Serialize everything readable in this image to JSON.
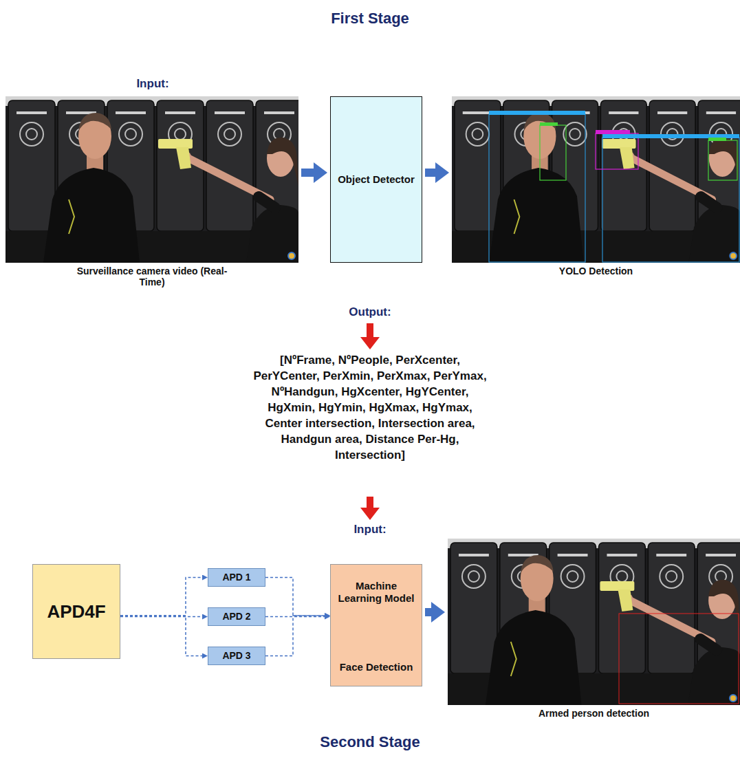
{
  "diagram": {
    "title": "First Stage",
    "nodes": [
      {
        "text": [
          "Surveillance camera video (Real-Time)"
        ]
      },
      {
        "text": [
          "Object Detector"
        ]
      },
      {
        "text": [
          "YOLO Detection"
        ]
      },
      {
        "text": [
          "APD4F"
        ]
      },
      {
        "text": [
          "APD 1"
        ]
      },
      {
        "text": [
          "APD 2"
        ]
      },
      {
        "text": [
          "APD 3"
        ]
      },
      {
        "text": [
          "Machine Learning Model",
          "Face Detection"
        ]
      },
      {
        "text": [
          "Armed person detection"
        ]
      }
    ],
    "edges": [
      {
        "from": 0,
        "to": 1,
        "arrow": "to"
      },
      {
        "from": 1,
        "to": 2,
        "arrow": "to"
      },
      {
        "from": 3,
        "to": 4,
        "arrow": "to"
      },
      {
        "from": 3,
        "to": 5,
        "arrow": "to"
      },
      {
        "from": 3,
        "to": 6,
        "arrow": "to"
      },
      {
        "from": 4,
        "to": 7,
        "arrow": "to"
      },
      {
        "from": 5,
        "to": 7,
        "arrow": "to"
      },
      {
        "from": 6,
        "to": 7,
        "arrow": "to"
      },
      {
        "from": 7,
        "to": 8,
        "arrow": "to"
      }
    ],
    "labels": [
      "Input:",
      "Output:",
      "[NºFrame, NºPeople, PerXcenter, PerYCenter, PerXmin, PerXmax, PerYmax, NºHandgun, HgXcenter, HgYCenter, HgXmin, HgYmin, HgXmax, HgYmax, Center intersection, Intersection area, Handgun area, Distance Per-Hg, Intersection]",
      "Input:",
      "Second Stage"
    ]
  }
}
